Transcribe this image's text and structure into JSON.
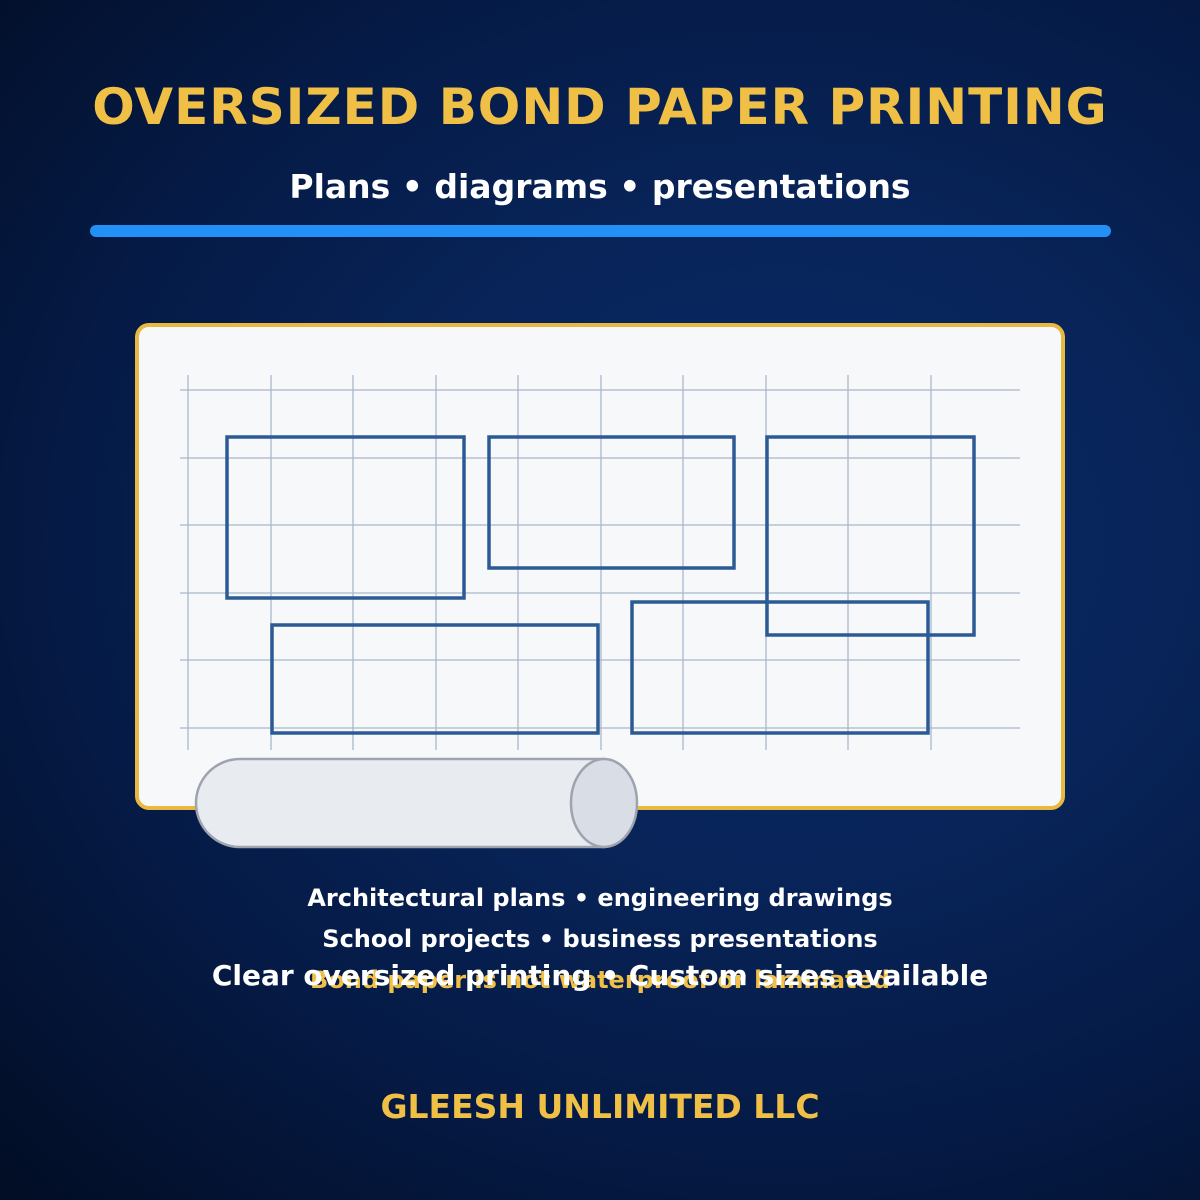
{
  "header": {
    "title": "OVERSIZED BOND PAPER PRINTING",
    "subtitle": "Plans • diagrams • presentations"
  },
  "features": {
    "line1": "Architectural plans • engineering drawings",
    "line2": "School projects • business presentations",
    "disclaimer": "Bond paper is not waterproof or laminated",
    "line3": "Clear oversized printing • Custom sizes available"
  },
  "footer": {
    "company": "GLEESH UNLIMITED LLC"
  },
  "colors": {
    "accent_gold": "#f0bf45",
    "divider_blue": "#2290f7",
    "blueprint_line": "#2b5a94",
    "grid_line": "#a8b8cc",
    "sheet_fill": "#f7f8fa"
  },
  "icons": [
    "blueprint-sheet-icon",
    "paper-roll-icon"
  ]
}
